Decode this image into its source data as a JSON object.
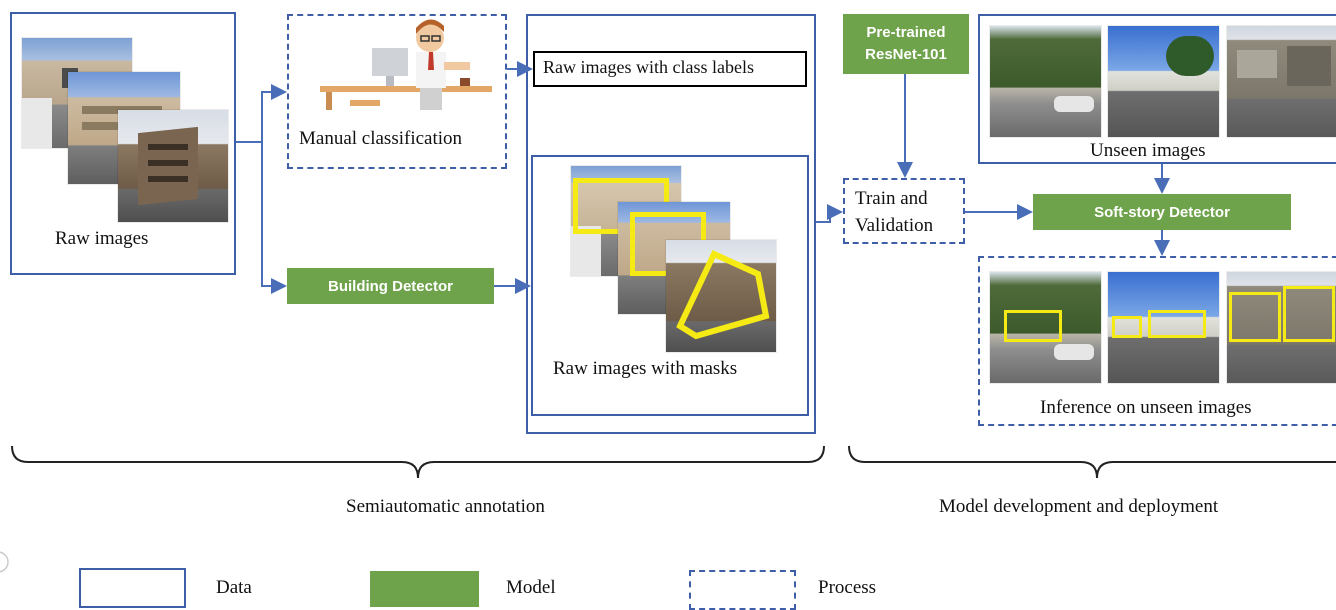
{
  "data_nodes": {
    "raw_images": "Raw images",
    "class_labels": "Raw images with class labels",
    "masks": "Raw images with masks",
    "unseen": "Unseen images"
  },
  "process_nodes": {
    "manual": "Manual classification",
    "train_line1": "Train and",
    "train_line2": "Validation",
    "inference": "Inference on unseen images"
  },
  "model_nodes": {
    "building_detector": "Building Detector",
    "pretrained_line1": "Pre-trained",
    "pretrained_line2": "ResNet-101",
    "softstory": "Soft-story Detector"
  },
  "groups": {
    "annotation": "Semiautomatic annotation",
    "development": "Model development and deployment"
  },
  "legend": {
    "data": "Data",
    "model": "Model",
    "process": "Process"
  },
  "colors": {
    "border": "#3f5ea8",
    "model_fill": "#6fa34b",
    "mask": "#f5ea14"
  }
}
